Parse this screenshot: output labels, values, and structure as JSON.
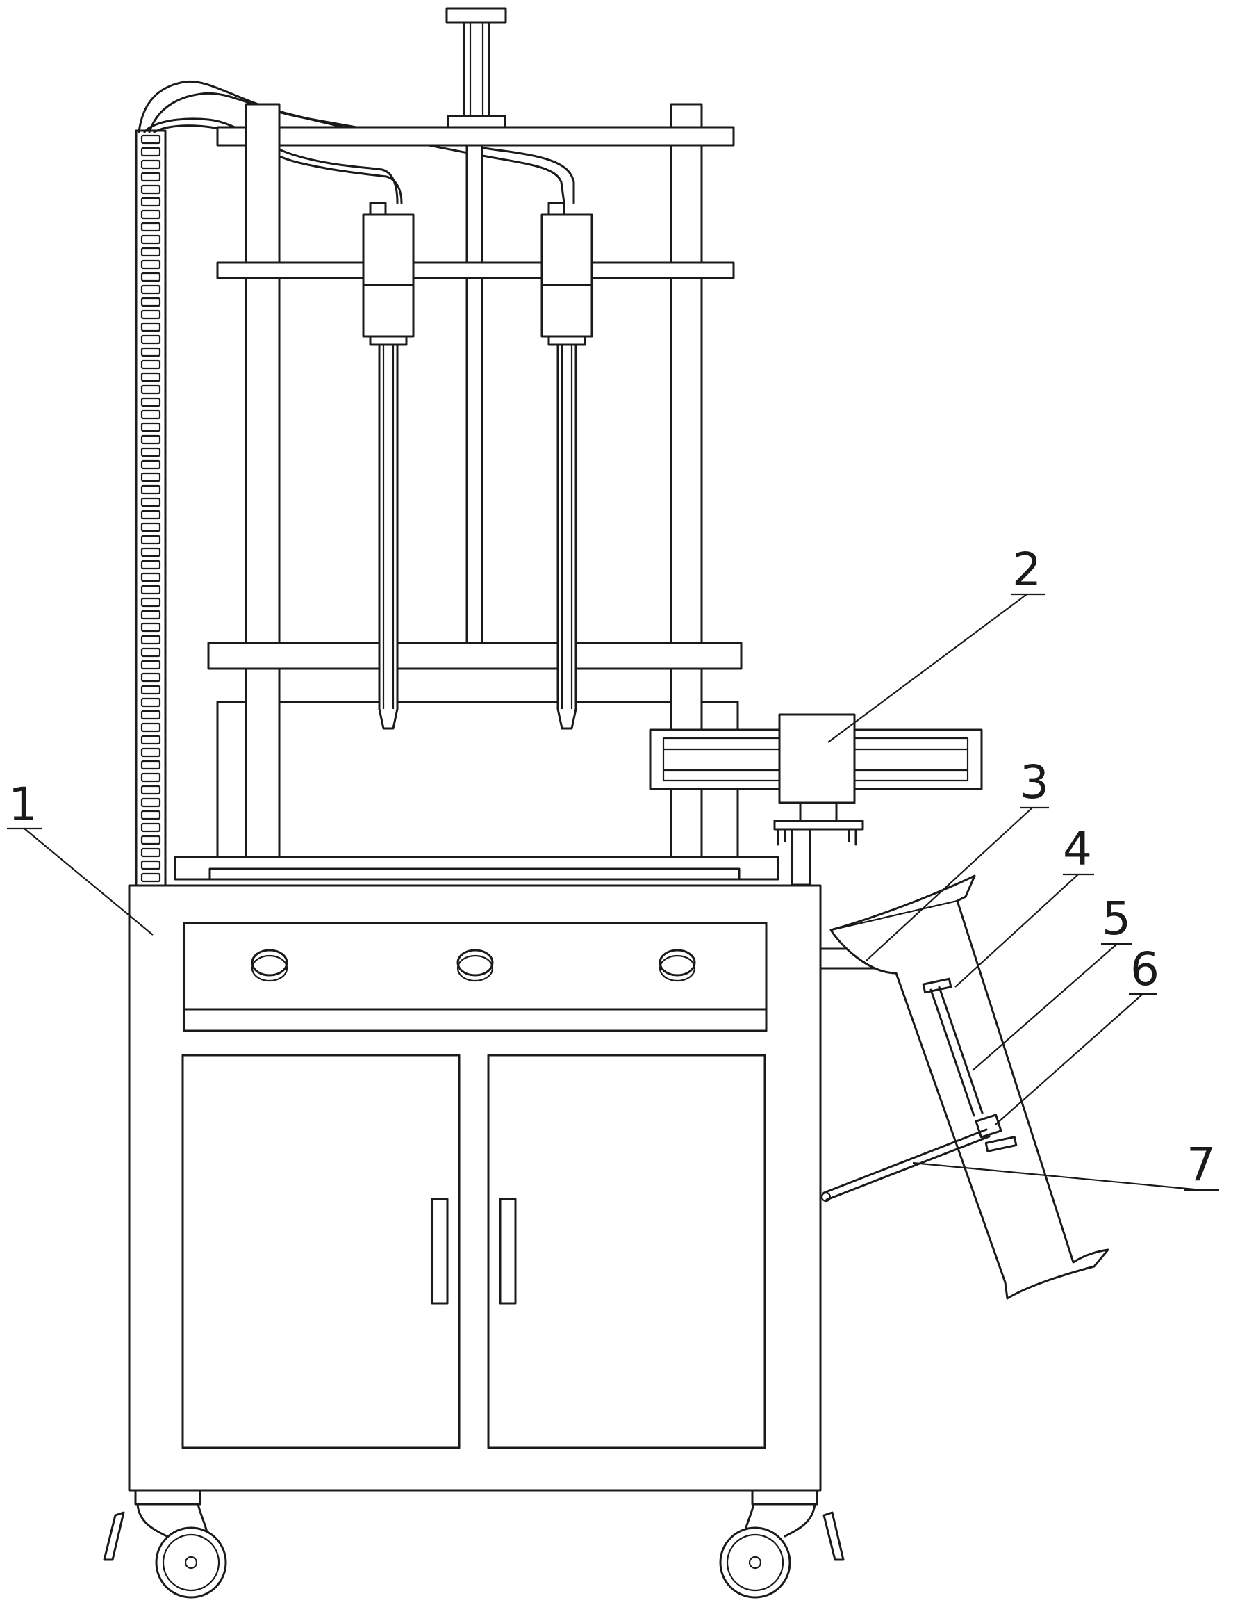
{
  "labels": [
    "1",
    "2",
    "3",
    "4",
    "5",
    "6",
    "7"
  ],
  "colors": {
    "line": "#1a1a1a",
    "background": "#ffffff"
  }
}
